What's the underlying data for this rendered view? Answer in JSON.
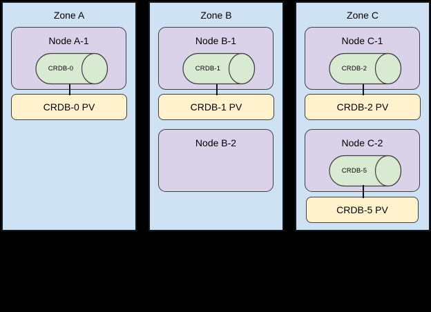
{
  "colors": {
    "background": "#000000",
    "zone_fill": "#cfe2f3",
    "node_fill": "#d9d2e9",
    "pod_fill": "#d9ead3",
    "pv_fill": "#fff2cc",
    "outline": "#3d3d3d"
  },
  "zones": {
    "a": {
      "label": "Zone A",
      "node1": {
        "label": "Node A-1",
        "pod": "CRDB-0"
      },
      "pv1": {
        "label": "CRDB-0 PV"
      }
    },
    "b": {
      "label": "Zone B",
      "node1": {
        "label": "Node B-1",
        "pod": "CRDB-1"
      },
      "pv1": {
        "label": "CRDB-1 PV"
      },
      "node2": {
        "label": "Node B-2"
      }
    },
    "c": {
      "label": "Zone C",
      "node1": {
        "label": "Node C-1",
        "pod": "CRDB-2"
      },
      "pv1": {
        "label": "CRDB-2 PV"
      },
      "node2": {
        "label": "Node C-2",
        "pod": "CRDB-5"
      },
      "pv2": {
        "label": "CRDB-5 PV"
      }
    }
  }
}
